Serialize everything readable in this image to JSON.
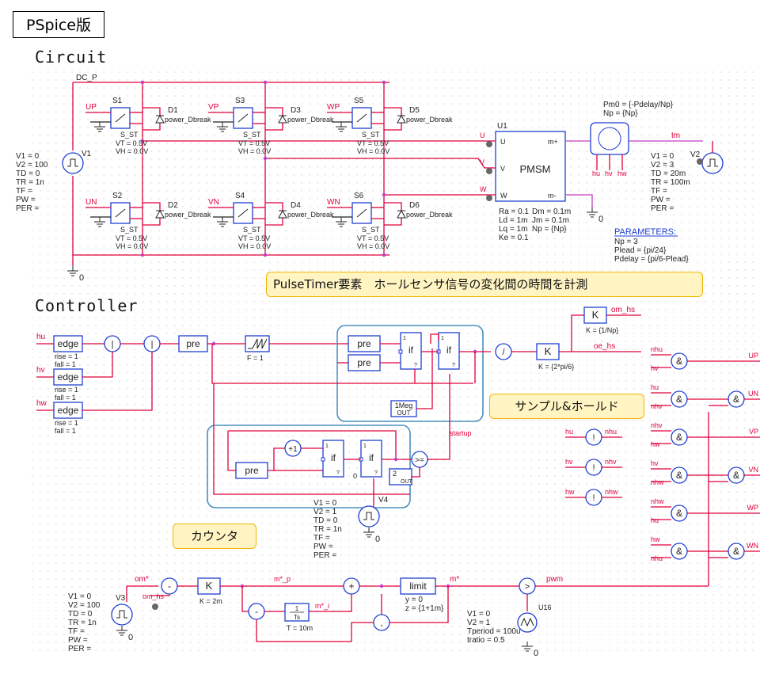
{
  "title": "PSpice版",
  "sections": {
    "circuit": "Circuit",
    "controller": "Controller"
  },
  "callouts": {
    "pulsetimer": "PulseTimer要素　ホールセンサ信号の変化間の時間を計測",
    "sample_hold": "サンプル&ホールド",
    "counter": "カウンタ"
  },
  "circuit": {
    "dc_p": "DC_P",
    "source_v1": {
      "ref": "V1",
      "params": [
        "V1 = 0",
        "V2 = 100",
        "TD = 0",
        "TR = 1n",
        "TF =",
        "PW =",
        "PER ="
      ]
    },
    "switches": [
      {
        "ref": "S1",
        "gate": "UP",
        "diode": "D1"
      },
      {
        "ref": "S3",
        "gate": "VP",
        "diode": "D3"
      },
      {
        "ref": "S5",
        "gate": "WP",
        "diode": "D5"
      },
      {
        "ref": "S2",
        "gate": "UN",
        "diode": "D2"
      },
      {
        "ref": "S4",
        "gate": "VN",
        "diode": "D4"
      },
      {
        "ref": "S6",
        "gate": "WN",
        "diode": "D6"
      }
    ],
    "switch_model": "S_ST",
    "vt": "VT = 0.5V",
    "vh": "VH = 0.0V",
    "diode_model": "power_Dbreak",
    "ground": "0",
    "pmsm": {
      "ref": "U1",
      "label": "PMSM",
      "ports": [
        "U",
        "V",
        "W",
        "m+",
        "m-"
      ],
      "params": [
        "Ra = 0.1",
        "Dm = 0.1m",
        "Ld = 1m",
        "Jm = 0.1m",
        "Lq = 1m",
        "Np = {Np}",
        "Ke = 0.1"
      ]
    },
    "phase_wires": [
      "U",
      "V",
      "W"
    ],
    "hall": {
      "params": [
        "Pm0 = {-Pdelay/Np}",
        "Np = {Np}"
      ],
      "outputs": [
        "hu",
        "hv",
        "hw"
      ]
    },
    "source_v2": {
      "ref": "V2",
      "net": "tm",
      "params": [
        "V1 = 0",
        "V2 = 3",
        "TD = 20m",
        "TR = 100m",
        "TF =",
        "PW =",
        "PER ="
      ]
    },
    "parameters": {
      "title": "PARAMETERS:",
      "lines": [
        "Np = 3",
        "Plead = {pi/24}",
        "Pdelay = {pi/6-Plead}"
      ]
    }
  },
  "controller": {
    "inputs": [
      "hu",
      "hv",
      "hw"
    ],
    "edge": {
      "label": "edge",
      "rise": "rise = 1",
      "fall": "fall = 1"
    },
    "or_symbol": "|",
    "pre": "pre",
    "pulsetimer_param": "F = 1",
    "if_block": {
      "label": "if",
      "top": "1",
      "bottom": "?"
    },
    "meg": [
      "1Meg",
      "OUT"
    ],
    "div": "/",
    "k": "K",
    "k_om": "K = {1/Np}",
    "k_oe": "K = {2*pi/6}",
    "om_hs": "om_hs",
    "oe_hs": "oe_hs",
    "plus1": "+1",
    "zero": "0",
    "two_out": [
      "2",
      "OUT"
    ],
    "ge": ">=",
    "startup": "startup",
    "source_v4": {
      "ref": "V4",
      "params": [
        "V1 = 0",
        "V2 = 1",
        "TD = 0",
        "TR = 1n",
        "TF =",
        "PW =",
        "PER ="
      ]
    },
    "nots": [
      {
        "in": "hu",
        "out": "nhu"
      },
      {
        "in": "hv",
        "out": "nhv"
      },
      {
        "in": "hw",
        "out": "nhw"
      }
    ],
    "not_symbol": "!",
    "and_symbol": "&",
    "gate_pairs": [
      [
        "nhu",
        "hv"
      ],
      [
        "hu",
        "nhv"
      ],
      [
        "nhv",
        "hw"
      ],
      [
        "hv",
        "nhw"
      ],
      [
        "nhw",
        "hu"
      ],
      [
        "hw",
        "nhu"
      ]
    ],
    "gate_outputs": [
      "UP",
      "UN",
      "VP",
      "VN",
      "WP",
      "WN"
    ]
  },
  "speed_loop": {
    "source_v3": {
      "ref": "V3",
      "params": [
        "V1 = 0",
        "V2 = 100",
        "TD = 0",
        "TR = 1n",
        "TF =",
        "PW =",
        "PER ="
      ]
    },
    "om_star": "om*",
    "om_hs": "om_hs",
    "minus": "-",
    "plus": "+",
    "k": "K",
    "k_val": "K = 2m",
    "m_p": "m*_p",
    "m_i": "m*_i",
    "integ": [
      "1",
      "Ts"
    ],
    "t_val": "T = 10m",
    "limit": "limit",
    "limit_params": [
      "y = 0",
      "z = {1+1m}"
    ],
    "m_star": "m*",
    "comp": ">",
    "pwm": "pwm",
    "source_u16": {
      "ref": "U16",
      "params": [
        "V1 = 0",
        "V2 = 1",
        "Tperiod = 100u",
        "tratio = 0.5"
      ]
    }
  }
}
